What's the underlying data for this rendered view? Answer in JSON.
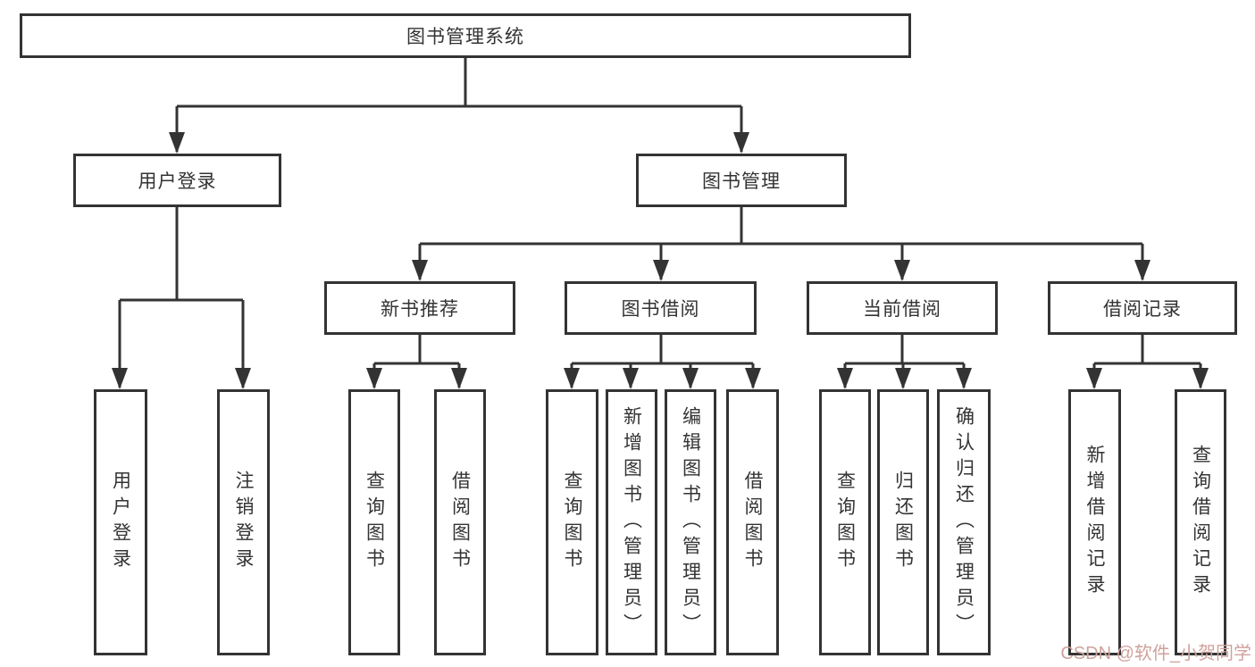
{
  "diagram": {
    "root": {
      "label": "图书管理系统"
    },
    "user_login": {
      "label": "用户登录",
      "children": [
        {
          "label": "用户登录"
        },
        {
          "label": "注销登录"
        }
      ]
    },
    "book_mgmt": {
      "label": "图书管理",
      "children": [
        {
          "label": "新书推荐",
          "children": [
            {
              "label": "查询图书"
            },
            {
              "label": "借阅图书"
            }
          ]
        },
        {
          "label": "图书借阅",
          "children": [
            {
              "label": "查询图书"
            },
            {
              "label": "新增图书（管理员）"
            },
            {
              "label": "编辑图书（管理员）"
            },
            {
              "label": "借阅图书"
            }
          ]
        },
        {
          "label": "当前借阅",
          "children": [
            {
              "label": "查询图书"
            },
            {
              "label": "归还图书"
            },
            {
              "label": "确认归还（管理员）"
            }
          ]
        },
        {
          "label": "借阅记录",
          "children": [
            {
              "label": "新增借阅记录"
            },
            {
              "label": "查询借阅记录"
            }
          ]
        }
      ]
    }
  },
  "watermark": {
    "text": "CSDN @软件_小贺同学"
  },
  "colors": {
    "line": "#333333",
    "text": "#333333",
    "watermark": "#cfa29c",
    "background": "#ffffff"
  }
}
